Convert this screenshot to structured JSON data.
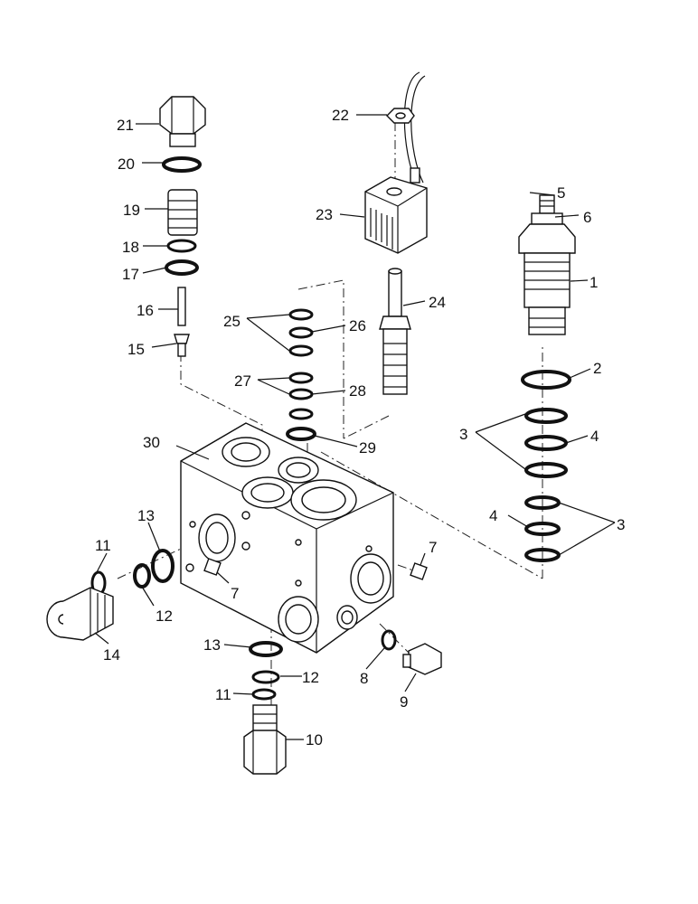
{
  "diagram": {
    "callouts": [
      {
        "id": "c1",
        "text": "1"
      },
      {
        "id": "c2",
        "text": "2"
      },
      {
        "id": "c3a",
        "text": "3"
      },
      {
        "id": "c3b",
        "text": "3"
      },
      {
        "id": "c4a",
        "text": "4"
      },
      {
        "id": "c4b",
        "text": "4"
      },
      {
        "id": "c5",
        "text": "5"
      },
      {
        "id": "c6",
        "text": "6"
      },
      {
        "id": "c7a",
        "text": "7"
      },
      {
        "id": "c7b",
        "text": "7"
      },
      {
        "id": "c8",
        "text": "8"
      },
      {
        "id": "c9",
        "text": "9"
      },
      {
        "id": "c10",
        "text": "10"
      },
      {
        "id": "c11a",
        "text": "11"
      },
      {
        "id": "c11b",
        "text": "11"
      },
      {
        "id": "c12a",
        "text": "12"
      },
      {
        "id": "c12b",
        "text": "12"
      },
      {
        "id": "c13a",
        "text": "13"
      },
      {
        "id": "c13b",
        "text": "13"
      },
      {
        "id": "c14",
        "text": "14"
      },
      {
        "id": "c15",
        "text": "15"
      },
      {
        "id": "c16",
        "text": "16"
      },
      {
        "id": "c17",
        "text": "17"
      },
      {
        "id": "c18",
        "text": "18"
      },
      {
        "id": "c19",
        "text": "19"
      },
      {
        "id": "c20",
        "text": "20"
      },
      {
        "id": "c21",
        "text": "21"
      },
      {
        "id": "c22",
        "text": "22"
      },
      {
        "id": "c23",
        "text": "23"
      },
      {
        "id": "c24",
        "text": "24"
      },
      {
        "id": "c25",
        "text": "25"
      },
      {
        "id": "c26",
        "text": "26"
      },
      {
        "id": "c27",
        "text": "27"
      },
      {
        "id": "c28",
        "text": "28"
      },
      {
        "id": "c29",
        "text": "29"
      },
      {
        "id": "c30",
        "text": "30"
      }
    ]
  }
}
